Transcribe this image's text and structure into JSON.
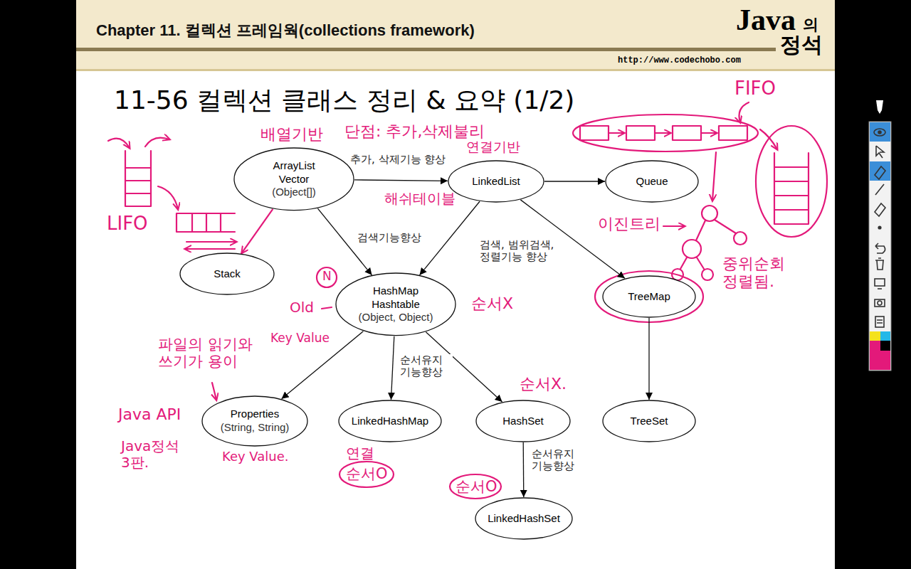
{
  "diagram": {
    "title": "11-56 컬렉션 클래스 정리 & 요약 (1/2)",
    "nodes": [
      {
        "text": [
          "ArrayList",
          "Vector",
          "(Object[])"
        ]
      },
      {
        "text": [
          "LinkedList"
        ]
      },
      {
        "text": [
          "Queue"
        ]
      },
      {
        "text": [
          "Stack"
        ]
      },
      {
        "text": [
          "HashMap",
          "Hashtable",
          "(Object, Object)"
        ]
      },
      {
        "text": [
          "TreeMap"
        ]
      },
      {
        "text": [
          "Properties",
          "(String, String)"
        ]
      },
      {
        "text": [
          "LinkedHashMap"
        ]
      },
      {
        "text": [
          "HashSet"
        ]
      },
      {
        "text": [
          "TreeSet"
        ]
      },
      {
        "text": [
          "LinkedHashSet"
        ]
      }
    ],
    "edges": [
      {
        "from": 0,
        "to": 1,
        "label": "추가, 삭제기능 향상",
        "arrow": "to"
      },
      {
        "from": 1,
        "to": 2,
        "arrow": "to"
      },
      {
        "from": 0,
        "to": 3,
        "arrow": "to"
      },
      {
        "from": 0,
        "to": 4,
        "label": "검색기능향상",
        "arrow": "to"
      },
      {
        "from": 1,
        "to": 4,
        "arrow": "to"
      },
      {
        "from": 1,
        "to": 5,
        "label": "검색, 범위검색, 정렬기능 향상",
        "arrow": "to"
      },
      {
        "from": 4,
        "to": 6,
        "arrow": "to"
      },
      {
        "from": 4,
        "to": 7,
        "label": "순서유지 기능향상",
        "arrow": "to"
      },
      {
        "from": 4,
        "to": 8,
        "arrow": "to"
      },
      {
        "from": 5,
        "to": 9,
        "arrow": "to"
      },
      {
        "from": 8,
        "to": 10,
        "label": "순서유지 기능향상",
        "arrow": "to"
      }
    ],
    "labels": [
      "Chapter 11. 컬렉션 프레임웍(collections framework)",
      "Java",
      "의",
      "정석",
      "http://www.codechobo.com",
      "배열기반",
      "단점: 추가,삭제불리",
      "연결기반",
      "FIFO",
      "LIFO",
      "해쉬테이블",
      "이진트리",
      "중위순회 정렬됨.",
      "N",
      "Old",
      "Key Value",
      "순서X",
      "순서X.",
      "파일의 읽기와 쓰기가 용이",
      "Java API",
      "Java정석 3판.",
      "Key Value.",
      "연결",
      "순서O",
      "순서O"
    ]
  }
}
